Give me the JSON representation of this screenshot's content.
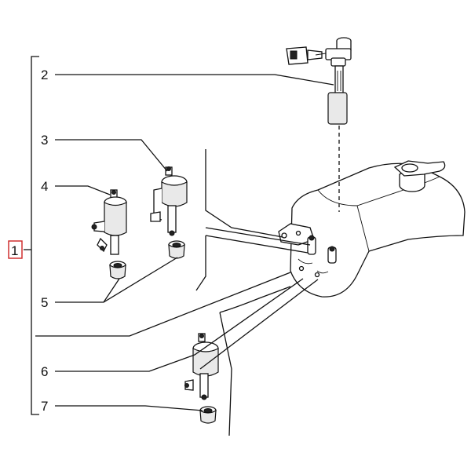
{
  "callouts": {
    "c1": "1",
    "c2": "2",
    "c3": "3",
    "c4": "4",
    "c5": "5",
    "c6": "6",
    "c7": "7"
  },
  "colors": {
    "line": "#111111",
    "highlight_box": "#cc2222",
    "background": "#ffffff"
  }
}
